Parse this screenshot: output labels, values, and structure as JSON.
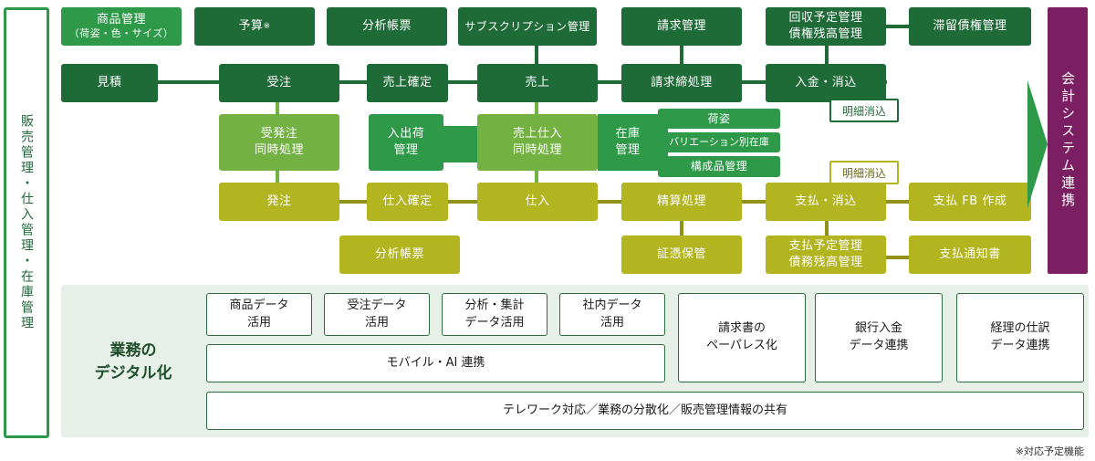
{
  "sidebar_label": "販売管理・仕入管理・在庫管理",
  "accounting_label": "会計システム連携",
  "top_row": {
    "product_mgmt": "商品管理",
    "product_mgmt_sub": "（荷姿・色・サイズ）",
    "budget": "予算",
    "budget_mark": "※",
    "analysis_top": "分析帳票",
    "subscription": "サブスクリプション管理",
    "billing_mgmt": "請求管理",
    "collection_line1": "回収予定管理",
    "collection_line2": "債権残高管理",
    "overdue": "滞留債権管理"
  },
  "sales_row": {
    "estimate": "見積",
    "order": "受注",
    "sales_confirm": "売上確定",
    "sales": "売上",
    "billing_close": "請求締処理",
    "payment_in": "入金・消込"
  },
  "detail_clear_top": "明細消込",
  "middle_row": {
    "order_proc_line1": "受発注",
    "order_proc_line2": "同時処理",
    "shipping_line1": "入出荷",
    "shipping_line2": "管理",
    "sales_purchase_line1": "売上仕入",
    "sales_purchase_line2": "同時処理",
    "inventory_line1": "在庫",
    "inventory_line2": "管理",
    "packing": "荷姿",
    "variation_stock": "バリエーション別在庫",
    "component_mgmt": "構成品管理"
  },
  "detail_clear_bottom": "明細消込",
  "purchase_row": {
    "po": "発注",
    "purchase_confirm": "仕入確定",
    "purchase": "仕入",
    "settlement": "精算処理",
    "payment_out": "支払・消込",
    "fb_create": "支払 FB 作成"
  },
  "bottom_row": {
    "analysis_bottom": "分析帳票",
    "voucher": "証憑保管",
    "pay_sched_line1": "支払予定管理",
    "pay_sched_line2": "債務残高管理",
    "pay_notice": "支払通知書"
  },
  "digital": {
    "title_line1": "業務の",
    "title_line2": "デジタル化",
    "product_data_line1": "商品データ",
    "product_data_line2": "活用",
    "order_data_line1": "受注データ",
    "order_data_line2": "活用",
    "analysis_data_line1": "分析・集計",
    "analysis_data_line2": "データ活用",
    "internal_data_line1": "社内データ",
    "internal_data_line2": "活用",
    "mobile_ai": "モバイル・AI 連携",
    "paperless_line1": "請求書の",
    "paperless_line2": "ペーパレス化",
    "bank_line1": "銀行入金",
    "bank_line2": "データ連携",
    "journal_line1": "経理の仕訳",
    "journal_line2": "データ連携",
    "telework": "テレワーク対応／業務の分散化／販売管理情報の共有"
  },
  "footnote": "※対応予定機能",
  "colors": {
    "dark_green": "#1e6b38",
    "light_green": "#74b143",
    "mid_green": "#2e9a49",
    "olive": "#b2b420",
    "purple": "#7b1f62",
    "panel": "#e6f0e8"
  }
}
